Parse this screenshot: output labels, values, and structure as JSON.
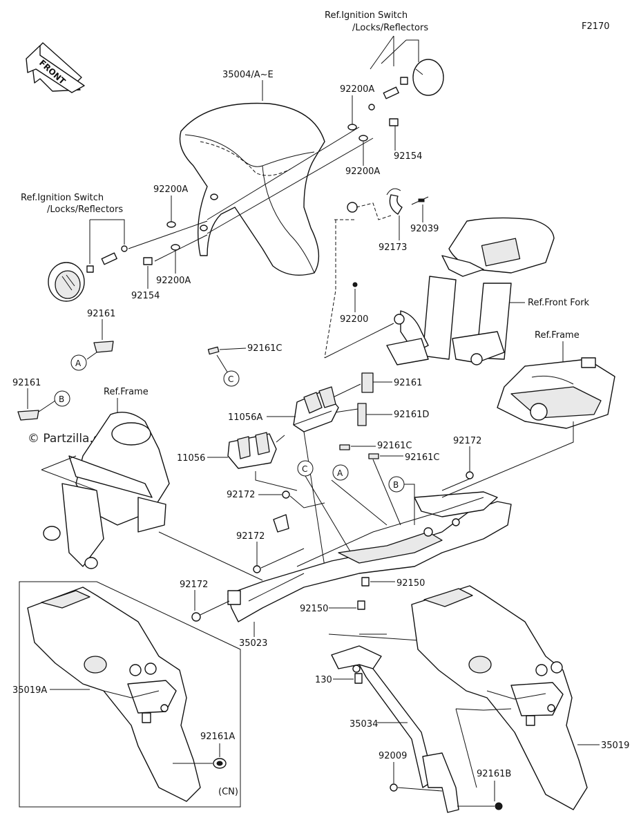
{
  "diagram": {
    "code": "F2170",
    "front_arrow": "FRONT",
    "watermark": "© Partzilla.com",
    "parts": {
      "front_fender": "35004/A~E",
      "washer_a1": "92200A",
      "washer_a2": "92200A",
      "washer_a3": "92200A",
      "washer_a4": "92200A",
      "bolt_92154_right": "92154",
      "bolt_92154_left": "92154",
      "clamp_92173": "92173",
      "tie_92039": "92039",
      "washer_92200": "92200",
      "pad_92161_left": "92161",
      "pad_92161_b": "92161",
      "pad_92161c_top": "92161C",
      "pad_92161_center": "92161",
      "pad_92161d": "92161D",
      "cover_11056a": "11056A",
      "cover_11056": "11056",
      "pad_92161c_mid1": "92161C",
      "pad_92161c_mid2": "92161C",
      "bolt_92172_right": "92172",
      "bolt_92172_mid1": "92172",
      "bolt_92172_mid2": "92172",
      "bolt_92172_left": "92172",
      "bolt_92150_a": "92150",
      "bolt_92150_b": "92150",
      "rear_fender_front": "35023",
      "rear_fender_cn": "35019A",
      "grommet_92161a": "92161A",
      "bolt_130": "130",
      "bracket_35034": "35034",
      "screw_92009": "92009",
      "grommet_92161b": "92161B",
      "rear_fender_rear": "35019"
    },
    "refs": {
      "ignition_top_line1": "Ref.Ignition Switch",
      "ignition_top_line2": "/Locks/Reflectors",
      "ignition_left_line1": "Ref.Ignition Switch",
      "ignition_left_line2": "/Locks/Reflectors",
      "front_fork": "Ref.Front Fork",
      "frame_right": "Ref.Frame",
      "frame_left": "Ref.Frame"
    },
    "callouts": {
      "a_left": "A",
      "b_left": "B",
      "c_left": "C",
      "c_mid": "C",
      "a_mid": "A",
      "b_mid": "B"
    },
    "variant_box_label": "(CN)"
  }
}
